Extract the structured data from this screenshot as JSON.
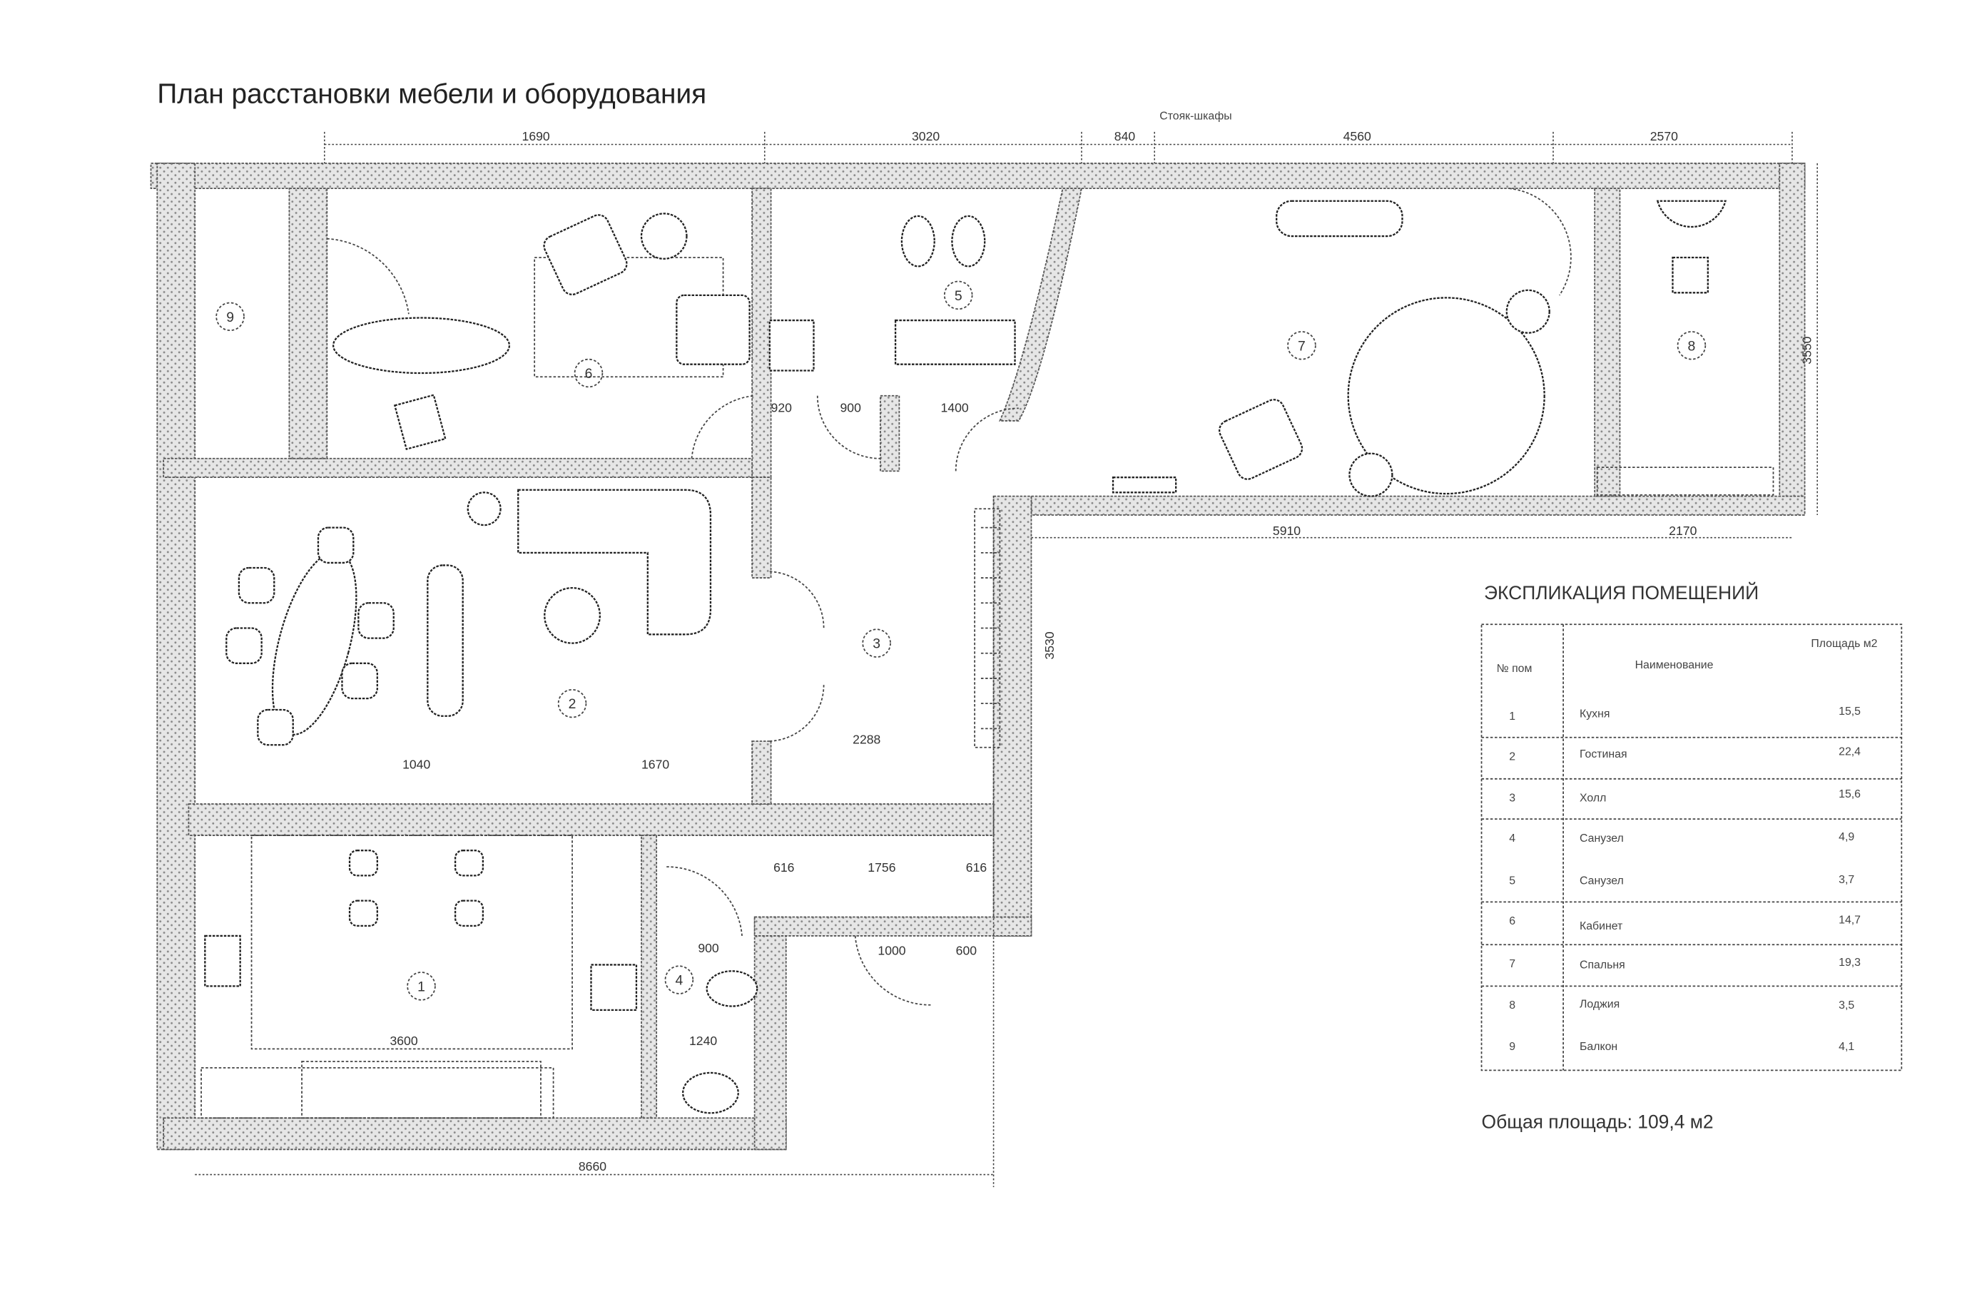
{
  "title": "План расстановки мебели и оборудования",
  "note": "Стояк-шкафы",
  "dimensions": {
    "top": [
      "1690",
      "3020",
      "840",
      "4560",
      "2570"
    ],
    "bedroom_bottom": [
      "5910",
      "2170"
    ],
    "bottom_total": "8660",
    "right": "3550",
    "hall_right": "3530",
    "inner": [
      "920",
      "900",
      "1400",
      "2288",
      "1756",
      "1000",
      "600",
      "900",
      "1240",
      "3600",
      "1040",
      "1670",
      "616",
      "616"
    ]
  },
  "room_labels": [
    "1",
    "2",
    "3",
    "4",
    "5",
    "6",
    "7",
    "8",
    "9"
  ],
  "explication": {
    "title": "ЭКСПЛИКАЦИЯ  ПОМЕЩЕНИЙ",
    "headers": {
      "num": "№ пом",
      "name": "Наименование",
      "area": "Площадь м2"
    },
    "rows": [
      {
        "num": "1",
        "name": "Кухня",
        "area": "15,5"
      },
      {
        "num": "2",
        "name": "Гостиная",
        "area": "22,4"
      },
      {
        "num": "3",
        "name": "Холл",
        "area": "15,6"
      },
      {
        "num": "4",
        "name": "Санузел",
        "area": "4,9"
      },
      {
        "num": "5",
        "name": "Санузел",
        "area": "3,7"
      },
      {
        "num": "6",
        "name": "Кабинет",
        "area": "14,7"
      },
      {
        "num": "7",
        "name": "Спальня",
        "area": "19,3"
      },
      {
        "num": "8",
        "name": "Лоджия",
        "area": "3,5"
      },
      {
        "num": "9",
        "name": "Балкон",
        "area": "4,1"
      }
    ],
    "total": "Общая площадь: 109,4 м2"
  }
}
